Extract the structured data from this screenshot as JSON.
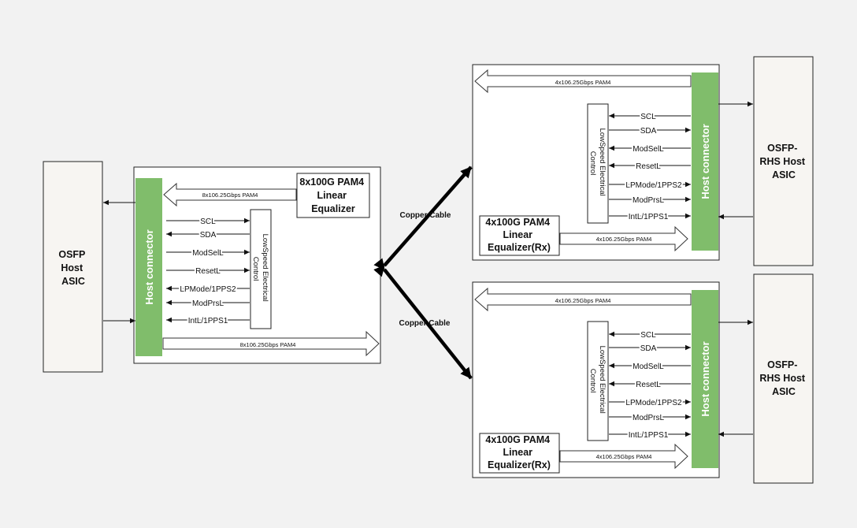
{
  "left": {
    "asic_lines": [
      "OSFP",
      "Host",
      "ASIC"
    ],
    "host_connector": "Host connector",
    "equalizer_lines": [
      "8x100G PAM4",
      "Linear",
      "Equalizer"
    ],
    "tx_bus": "8x106.25Gbps PAM4",
    "rx_bus": "8x106.25Gbps PAM4",
    "lowspeed_lines": [
      "LowSpeed Electrical",
      "Control"
    ],
    "signals": [
      "SCL",
      "SDA",
      "ModSelL",
      "ResetL",
      "LPMode/1PPS2",
      "ModPrsL",
      "IntL/1PPS1"
    ]
  },
  "cables": {
    "top": "Copper Cable",
    "bottom": "Copper Cable"
  },
  "right_top": {
    "asic_lines": [
      "OSFP-",
      "RHS Host",
      "ASIC"
    ],
    "host_connector": "Host connector",
    "equalizer_lines": [
      "4x100G PAM4",
      "Linear",
      "Equalizer(Rx)"
    ],
    "top_bus": "4x106.25Gbps PAM4",
    "bottom_bus": "4x106.25Gbps PAM4",
    "lowspeed_lines": [
      "LowSpeed Electrical",
      "Control"
    ],
    "signals": [
      "SCL",
      "SDA",
      "ModSelL",
      "ResetL",
      "LPMode/1PPS2",
      "ModPrsL",
      "IntL/1PPS1"
    ]
  },
  "right_bottom": {
    "asic_lines": [
      "OSFP-",
      "RHS Host",
      "ASIC"
    ],
    "host_connector": "Host connector",
    "equalizer_lines": [
      "4x100G PAM4",
      "Linear",
      "Equalizer(Rx)"
    ],
    "top_bus": "4x106.25Gbps PAM4",
    "bottom_bus": "4x106.25Gbps PAM4",
    "lowspeed_lines": [
      "LowSpeed Electrical",
      "Control"
    ],
    "signals": [
      "SCL",
      "SDA",
      "ModSelL",
      "ResetL",
      "LPMode/1PPS2",
      "ModPrsL",
      "IntL/1PPS1"
    ]
  }
}
